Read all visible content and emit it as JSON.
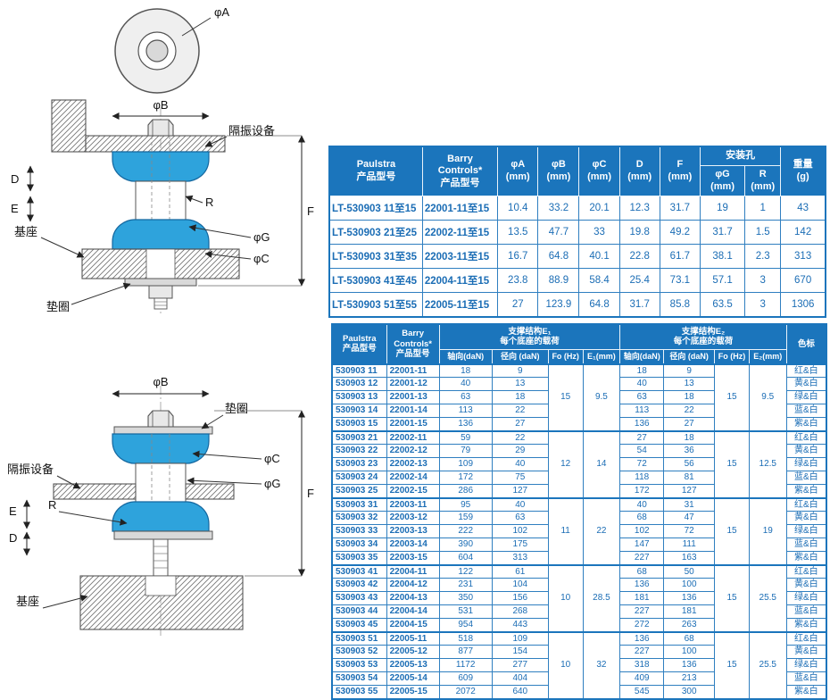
{
  "colors": {
    "header_blue": "#1b75bc",
    "cell_text_blue": "#1b6db5",
    "rubber_blue": "#2ea3dc"
  },
  "diagram_top": {
    "phiA": "φA",
    "phiB": "φB",
    "equipment": "隔振设备",
    "D": "D",
    "E": "E",
    "R": "R",
    "F": "F",
    "base": "基座",
    "phiG": "φG",
    "phiC": "φC",
    "washer": "垫圈"
  },
  "diagram_bottom": {
    "phiB": "φB",
    "washer": "垫圈",
    "phiC": "φC",
    "phiG": "φG",
    "equipment": "隔振设备",
    "F": "F",
    "E": "E",
    "R": "R",
    "D": "D",
    "base": "基座"
  },
  "table1": {
    "headers": {
      "paulstra": "Paulstra\n产品型号",
      "barry": "Barry\nControls*\n产品型号",
      "phiA": "φA\n(mm)",
      "phiB": "φB\n(mm)",
      "phiC": "φC\n(mm)",
      "D": "D\n(mm)",
      "F": "F\n(mm)",
      "mount_holes": "安装孔",
      "phiG": "φG\n(mm)",
      "R": "R\n(mm)",
      "weight": "重量\n(g)"
    },
    "rows": [
      [
        "LT-530903 11至15",
        "22001-11至15",
        "10.4",
        "33.2",
        "20.1",
        "12.3",
        "31.7",
        "19",
        "1",
        "43"
      ],
      [
        "LT-530903 21至25",
        "22002-11至15",
        "13.5",
        "47.7",
        "33",
        "19.8",
        "49.2",
        "31.7",
        "1.5",
        "142"
      ],
      [
        "LT-530903 31至35",
        "22003-11至15",
        "16.7",
        "64.8",
        "40.1",
        "22.8",
        "61.7",
        "38.1",
        "2.3",
        "313"
      ],
      [
        "LT-530903 41至45",
        "22004-11至15",
        "23.8",
        "88.9",
        "58.4",
        "25.4",
        "73.1",
        "57.1",
        "3",
        "670"
      ],
      [
        "LT-530903 51至55",
        "22005-11至15",
        "27",
        "123.9",
        "64.8",
        "31.7",
        "85.8",
        "63.5",
        "3",
        "1306"
      ]
    ]
  },
  "table2": {
    "headers": {
      "paulstra": "Paulstra\n产品型号",
      "barry": "Barry\nControls*\n产品型号",
      "e1_group": "支撑结构E₁\n每个底座的载荷",
      "e2_group": "支撑结构E₂\n每个底座的载荷",
      "axial": "轴向(daN)",
      "radial": "径向 (daN)",
      "fo": "Fo (Hz)",
      "e1": "E₁(mm)",
      "e2": "E₂(mm)",
      "color": "色标"
    },
    "groups": [
      {
        "e1_fo": "15",
        "e1_e": "9.5",
        "e2_fo": "15",
        "e2_e": "9.5",
        "rows": [
          [
            "530903 11",
            "22001-11",
            "18",
            "9",
            "18",
            "9",
            "红&白"
          ],
          [
            "530903 12",
            "22001-12",
            "40",
            "13",
            "40",
            "13",
            "黄&白"
          ],
          [
            "530903 13",
            "22001-13",
            "63",
            "18",
            "63",
            "18",
            "绿&白"
          ],
          [
            "530903 14",
            "22001-14",
            "113",
            "22",
            "113",
            "22",
            "蓝&白"
          ],
          [
            "530903 15",
            "22001-15",
            "136",
            "27",
            "136",
            "27",
            "紫&白"
          ]
        ]
      },
      {
        "e1_fo": "12",
        "e1_e": "14",
        "e2_fo": "15",
        "e2_e": "12.5",
        "rows": [
          [
            "530903 21",
            "22002-11",
            "59",
            "22",
            "27",
            "18",
            "红&白"
          ],
          [
            "530903 22",
            "22002-12",
            "79",
            "29",
            "54",
            "36",
            "黄&白"
          ],
          [
            "530903 23",
            "22002-13",
            "109",
            "40",
            "72",
            "56",
            "绿&白"
          ],
          [
            "530903 24",
            "22002-14",
            "172",
            "75",
            "118",
            "81",
            "蓝&白"
          ],
          [
            "530903 25",
            "22002-15",
            "286",
            "127",
            "172",
            "127",
            "紫&白"
          ]
        ]
      },
      {
        "e1_fo": "11",
        "e1_e": "22",
        "e2_fo": "15",
        "e2_e": "19",
        "rows": [
          [
            "530903 31",
            "22003-11",
            "95",
            "40",
            "40",
            "31",
            "红&白"
          ],
          [
            "530903 32",
            "22003-12",
            "159",
            "63",
            "68",
            "47",
            "黄&白"
          ],
          [
            "530903 33",
            "22003-13",
            "222",
            "102",
            "102",
            "72",
            "绿&白"
          ],
          [
            "530903 34",
            "22003-14",
            "390",
            "175",
            "147",
            "111",
            "蓝&白"
          ],
          [
            "530903 35",
            "22003-15",
            "604",
            "313",
            "227",
            "163",
            "紫&白"
          ]
        ]
      },
      {
        "e1_fo": "10",
        "e1_e": "28.5",
        "e2_fo": "15",
        "e2_e": "25.5",
        "rows": [
          [
            "530903 41",
            "22004-11",
            "122",
            "61",
            "68",
            "50",
            "红&白"
          ],
          [
            "530903 42",
            "22004-12",
            "231",
            "104",
            "136",
            "100",
            "黄&白"
          ],
          [
            "530903 43",
            "22004-13",
            "350",
            "156",
            "181",
            "136",
            "绿&白"
          ],
          [
            "530903 44",
            "22004-14",
            "531",
            "268",
            "227",
            "181",
            "蓝&白"
          ],
          [
            "530903 45",
            "22004-15",
            "954",
            "443",
            "272",
            "263",
            "紫&白"
          ]
        ]
      },
      {
        "e1_fo": "10",
        "e1_e": "32",
        "e2_fo": "15",
        "e2_e": "25.5",
        "rows": [
          [
            "530903 51",
            "22005-11",
            "518",
            "109",
            "136",
            "68",
            "红&白"
          ],
          [
            "530903 52",
            "22005-12",
            "877",
            "154",
            "227",
            "100",
            "黄&白"
          ],
          [
            "530903 53",
            "22005-13",
            "1172",
            "277",
            "318",
            "136",
            "绿&白"
          ],
          [
            "530903 54",
            "22005-14",
            "609",
            "404",
            "409",
            "213",
            "蓝&白"
          ],
          [
            "530903 55",
            "22005-15",
            "2072",
            "640",
            "545",
            "300",
            "紫&白"
          ]
        ]
      }
    ]
  }
}
